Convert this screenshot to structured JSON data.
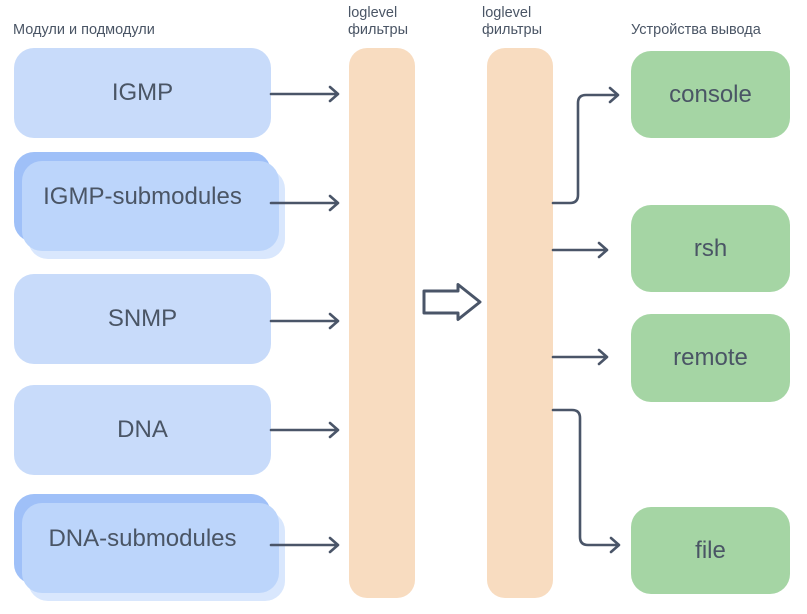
{
  "diagram": {
    "headers": {
      "modules": "Модули и подмодули",
      "outputs": "Устройства вывода",
      "filter": {
        "line1": "loglevel",
        "line2": "фильтры"
      }
    },
    "modules": [
      {
        "label": "IGMP",
        "style": "single"
      },
      {
        "label": "IGMP-submodules",
        "style": "stacked"
      },
      {
        "label": "SNMP",
        "style": "single"
      },
      {
        "label": "DNA",
        "style": "single"
      },
      {
        "label": "DNA-submodules",
        "style": "stacked"
      }
    ],
    "outputs": [
      {
        "label": "console"
      },
      {
        "label": "rsh"
      },
      {
        "label": "remote"
      },
      {
        "label": "file"
      }
    ],
    "colors": {
      "module_fill": "#c8dbfa",
      "submodule_fill": "#9fc0f8",
      "submodule_shadow_1": "#bcd5fb",
      "submodule_shadow_2": "#d9e7fd",
      "filter_fill": "#f8dcc0",
      "output_fill": "#a5d5a4",
      "arrow": "#4a5568",
      "text": "#4a5565"
    }
  }
}
